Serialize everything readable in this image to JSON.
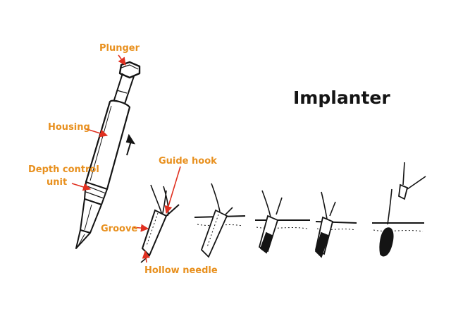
{
  "title": "Implanter",
  "colors": {
    "label": "#e8901e",
    "arrow": "#e03020",
    "ink": "#141414"
  },
  "labels": {
    "plunger": "Plunger",
    "housing": "Housing",
    "depth_control_1": "Depth control",
    "depth_control_2": "unit",
    "guide_hook": "Guide hook",
    "groove": "Groove",
    "hollow_needle": "Hollow needle"
  }
}
